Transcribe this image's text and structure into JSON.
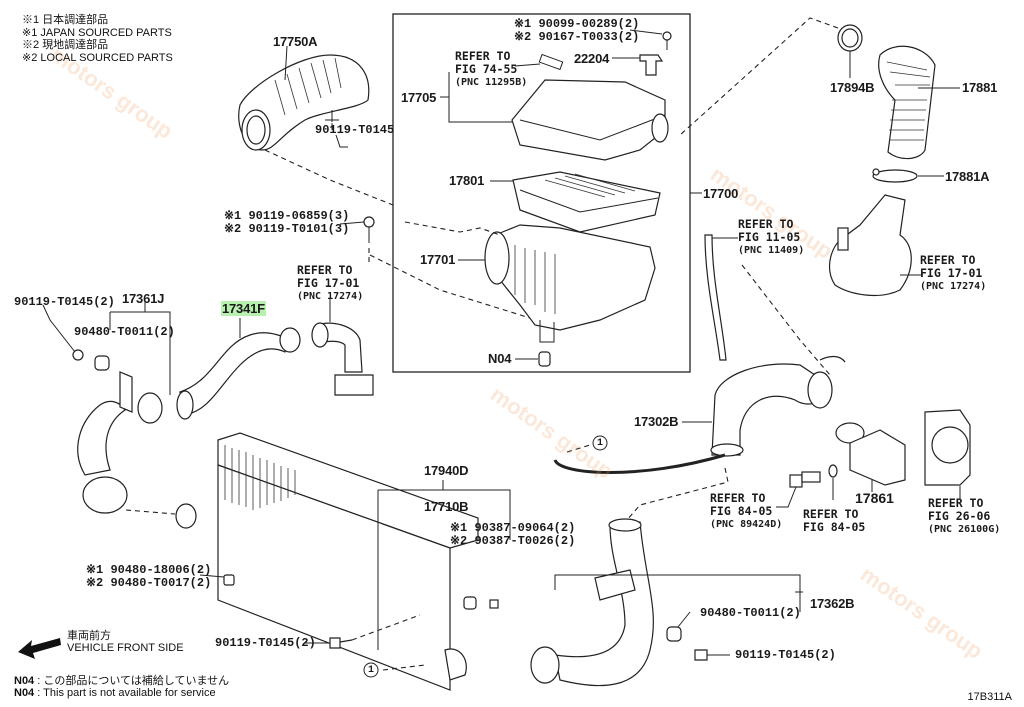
{
  "legend": {
    "items": [
      {
        "mark": "※1",
        "text": "日本調達部品"
      },
      {
        "mark": "※1",
        "text": "JAPAN SOURCED PARTS"
      },
      {
        "mark": "※2",
        "text": "現地調達部品"
      },
      {
        "mark": "※2",
        "text": "LOCAL SOURCED PARTS"
      }
    ]
  },
  "callouts": {
    "p17750A": "17750A",
    "p90119_T0145_top": "90119-T0145",
    "s1_90099": "※1 90099-00289(2)",
    "s2_90167": "※2 90167-T0033(2)",
    "p22204": "22204",
    "ref7455": {
      "line1": "REFER TO",
      "line2": "FIG 74-55",
      "pnc": "(PNC 11295B)"
    },
    "p17705": "17705",
    "p17801": "17801",
    "p17700": "17700",
    "p17701": "17701",
    "pN04": "N04",
    "p17894B": "17894B",
    "p17881": "17881",
    "p17881A": "17881A",
    "ref1105": {
      "line1": "REFER TO",
      "line2": "FIG 11-05",
      "pnc": "(PNC 11409)"
    },
    "ref1701_right": {
      "line1": "REFER TO",
      "line2": "FIG 17-01",
      "pnc": "(PNC 17274)"
    },
    "s1_90119_06859": "※1 90119-06859(3)",
    "s2_90119_T0101": "※2 90119-T0101(3)",
    "ref1701_mid": {
      "line1": "REFER TO",
      "line2": "FIG 17-01",
      "pnc": "(PNC 17274)"
    },
    "p17341F": "17341F",
    "p90119_T0145_left": "90119-T0145(2)",
    "p17361J": "17361J",
    "p90480_T0011_left": "90480-T0011(2)",
    "p17302B": "17302B",
    "circle1_a": "1",
    "circle1_b": "1",
    "p17940D": "17940D",
    "p17710B": "17710B",
    "s1_90387": "※1 90387-09064(2)",
    "s2_90387": "※2 90387-T0026(2)",
    "ref8405_a": {
      "line1": "REFER TO",
      "line2": "FIG 84-05",
      "pnc": "(PNC 89424D)"
    },
    "ref8405_b": {
      "line1": "REFER TO",
      "line2": "FIG 84-05"
    },
    "p17861": "17861",
    "ref2606": {
      "line1": "REFER TO",
      "line2": "FIG 26-06",
      "pnc": "(PNC 26100G)"
    },
    "s1_90480_18006": "※1 90480-18006(2)",
    "s2_90480_T0017": "※2 90480-T0017(2)",
    "p90119_T0145_bottom": "90119-T0145(2)",
    "p17362B": "17362B",
    "p90480_T0011_right": "90480-T0011(2)",
    "p90119_T0145_right": "90119-T0145(2)"
  },
  "front_side": {
    "jp": "車両前方",
    "en": "VEHICLE FRONT SIDE"
  },
  "notes": [
    {
      "code": "N04",
      "text": " : この部品については補給していません"
    },
    {
      "code": "N04",
      "text": " : This part is not available for service"
    }
  ],
  "diagram_code": "17B311A",
  "highlight_color": "#b8f0b0",
  "watermark": "motors group"
}
